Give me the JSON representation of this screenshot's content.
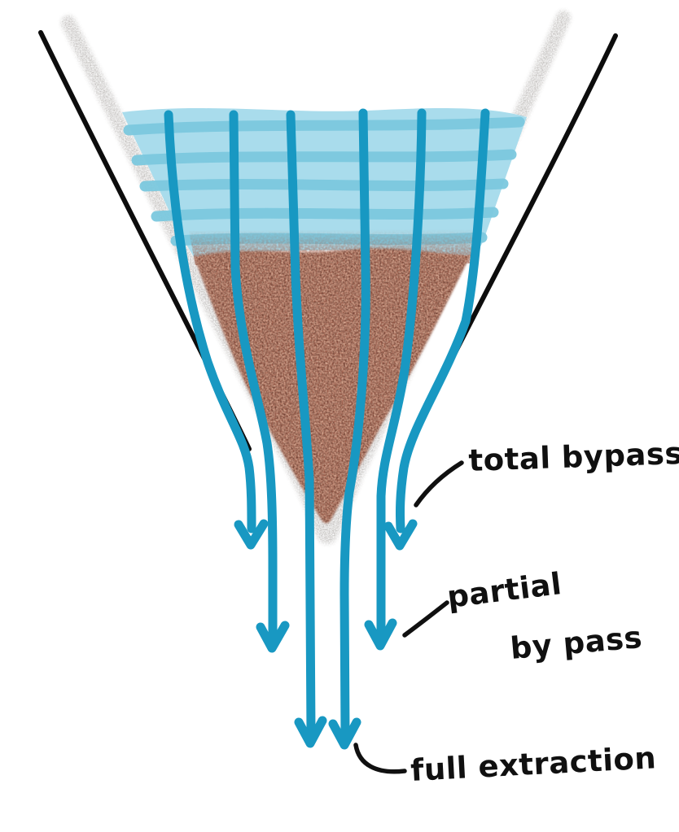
{
  "diagram": {
    "subject": "coffee-dripper-flow-paths",
    "labels": {
      "total_bypass": "total bypass",
      "partial_bypass_line1": "partial",
      "partial_bypass_line2": "by pass",
      "full_extraction": "full extraction"
    },
    "colors": {
      "background": "#ffffff",
      "cone_outline": "#0d0d0d",
      "filter_paper": "#bdbab7",
      "water": "#a9dcec",
      "water_stripe": "#7cc9df",
      "flow_line": "#1898c2",
      "coffee_bed": "#a2614e",
      "label_ink": "#101010"
    }
  }
}
